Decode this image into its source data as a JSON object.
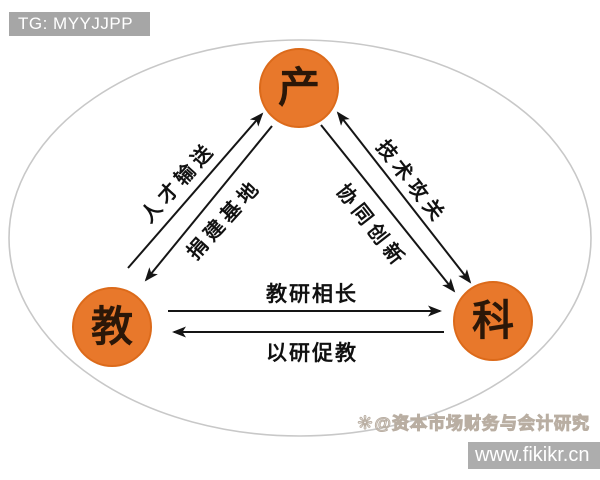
{
  "banner_top": {
    "text": "TG: MYYJJPP"
  },
  "banner_bottom": {
    "url_text": "www.fikikr.cn"
  },
  "watermark": {
    "icon_glyph": "❊",
    "text": "@资本市场财务与会计研究"
  },
  "colors": {
    "node_fill": "#e8782b",
    "node_border": "#dc6a1a",
    "node_glyph": "#2b1708",
    "arrow": "#151515",
    "ellipse_stroke": "#c8c8c8",
    "banner_gray": "#a6a6a6"
  },
  "diagram": {
    "nodes": [
      {
        "id": "industry",
        "label": "产"
      },
      {
        "id": "education",
        "label": "教"
      },
      {
        "id": "science",
        "label": "科"
      }
    ],
    "edges": [
      {
        "id": "talent",
        "label": "人才输送",
        "from": "教",
        "to": "产",
        "double_headed": false
      },
      {
        "id": "base",
        "label": "捐建基地",
        "from": "产",
        "to": "教",
        "double_headed": false
      },
      {
        "id": "tech",
        "label": "技术攻关",
        "from": "科",
        "to": "产",
        "double_headed": true
      },
      {
        "id": "innovation",
        "label": "协同创新",
        "from": "产",
        "to": "科",
        "double_headed": false
      },
      {
        "id": "teaching_research",
        "label": "教研相长",
        "from": "教",
        "to": "科",
        "double_headed": false
      },
      {
        "id": "research_teaching",
        "label": "以研促教",
        "from": "科",
        "to": "教",
        "double_headed": false
      }
    ]
  }
}
